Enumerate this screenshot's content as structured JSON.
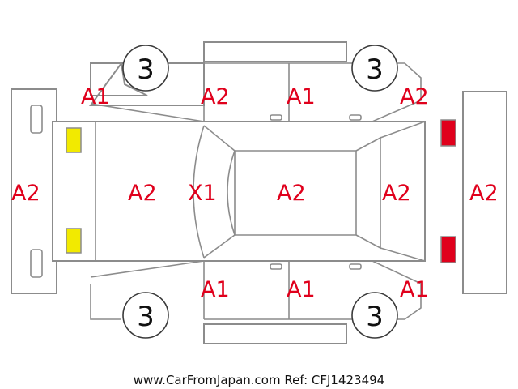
{
  "diagram": {
    "codes": {
      "front_bumper": "A2",
      "hood": "A2",
      "windshield": "X1",
      "roof": "A2",
      "rear_window": "A2",
      "rear_bumper": "A2",
      "top_front_fender": "A1",
      "top_front_door": "A2",
      "top_rear_door": "A1",
      "top_rear_fender": "A2",
      "bottom_front_door": "A1",
      "bottom_rear_door": "A1",
      "bottom_rear_fender": "A1"
    },
    "tires": {
      "front_top": "3",
      "rear_top": "3",
      "front_bottom": "3",
      "rear_bottom": "3"
    },
    "colors": {
      "code_text": "#e0001c",
      "headlights": "#f2ea00",
      "taillights": "#e0001c",
      "outline": "#8c8c8c"
    },
    "footer": "www.CarFromJapan.com Ref: CFJ1423494"
  }
}
